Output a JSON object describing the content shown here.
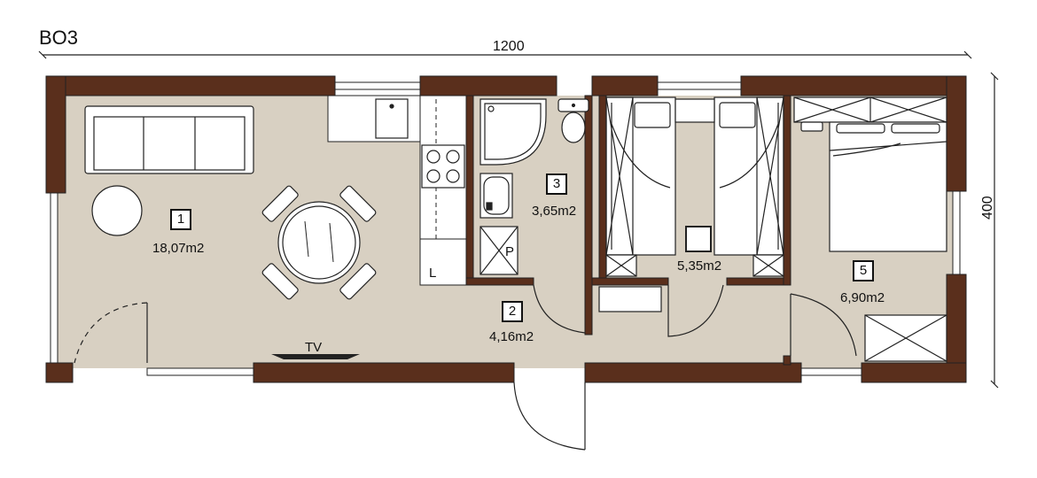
{
  "plan": {
    "title": "BO3",
    "width_label": "1200",
    "height_label": "400"
  },
  "rooms": [
    {
      "num": "1",
      "area": "18,07m2"
    },
    {
      "num": "2",
      "area": "4,16m2"
    },
    {
      "num": "3",
      "area": "3,65m2"
    },
    {
      "num": "",
      "area": "5,35m2"
    },
    {
      "num": "5",
      "area": "6,90m2"
    }
  ],
  "fixtures": {
    "tv": "TV",
    "l": "L",
    "p": "P"
  },
  "colors": {
    "wall": "#5a2f1c",
    "floor": "#d8d0c2",
    "line": "#222222"
  }
}
